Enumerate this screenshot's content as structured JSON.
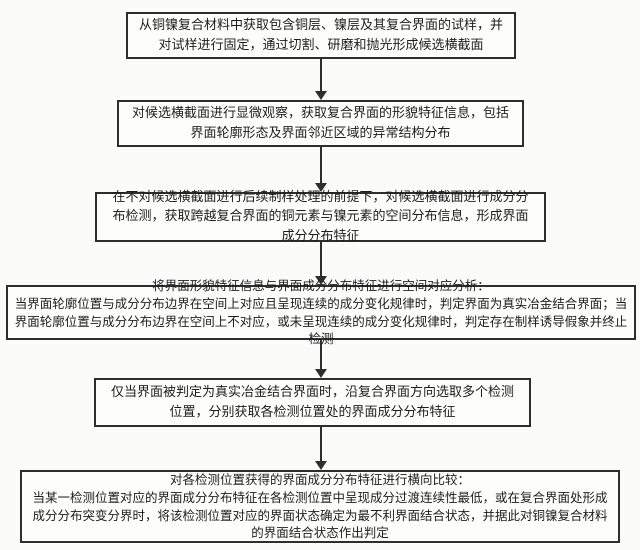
{
  "diagram": {
    "type": "flowchart",
    "direction": "top-down",
    "box_border_color": "#2e2e2e",
    "box_fill_color": "#fdfdfc",
    "text_color": "#1d1d1d",
    "arrow_color": "#2e2e2e",
    "background_color": "#fbfbfa",
    "steps": [
      {
        "id": 1,
        "text": "从铜镍复合材料中获取包含铜层、镍层及其复合界面的试样，并对试样进行固定，通过切割、研磨和抛光形成候选横截面"
      },
      {
        "id": 2,
        "text": "对候选横截面进行显微观察，获取复合界面的形貌特征信息，包括界面轮廓形态及界面邻近区域的异常结构分布"
      },
      {
        "id": 3,
        "text": "在不对候选横截面进行后续制样处理的前提下，对候选横截面进行成分分布检测，获取跨越复合界面的铜元素与镍元素的空间分布信息，形成界面成分分布特征"
      },
      {
        "id": 4,
        "text": "将界面形貌特征信息与界面成分分布特征进行空间对应分析：\n当界面轮廓位置与成分分布边界在空间上对应且呈现连续的成分变化规律时，判定界面为真实冶金结合界面；当界面轮廓位置与成分分布边界在空间上不对应，或未呈现连续的成分变化规律时，判定存在制样诱导假象并终止检测"
      },
      {
        "id": 5,
        "text": "仅当界面被判定为真实冶金结合界面时，沿复合界面方向选取多个检测位置，分别获取各检测位置处的界面成分分布特征"
      },
      {
        "id": 6,
        "text": "对各检测位置获得的界面成分分布特征进行横向比较：\n当某一检测位置对应的界面成分分布特征在各检测位置中呈现成分过渡连续性最低，或在复合界面处形成成分分布突变分界时，将该检测位置对应的界面状态确定为最不利界面结合状态，并据此对铜镍复合材料的界面结合状态作出判定"
      }
    ],
    "connections": [
      {
        "from": 1,
        "to": 2
      },
      {
        "from": 2,
        "to": 3
      },
      {
        "from": 3,
        "to": 4
      },
      {
        "from": 4,
        "to": 5
      },
      {
        "from": 5,
        "to": 6
      }
    ]
  }
}
